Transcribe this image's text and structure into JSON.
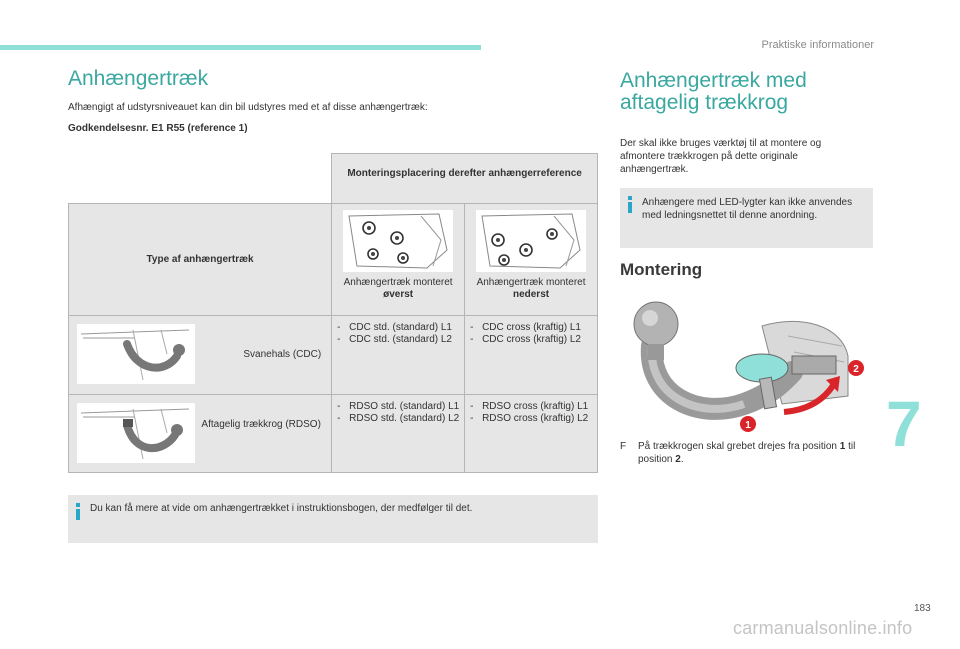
{
  "header": {
    "section_title": "Praktiske informationer",
    "chapter_number": "7",
    "page_number": "183"
  },
  "watermark": "carmanualsonline.info",
  "left": {
    "title": "Anhængertræk",
    "intro": "Afhængigt af udstyrsniveauet kan din bil udstyres med et af disse anhængertræk:",
    "approval": "Godkendelsesnr. E1 R55 (reference 1)",
    "table": {
      "group_header": "Monteringsplacering derefter anhængerreference",
      "type_header": "Type af anhængertræk",
      "mount_top": {
        "prefix": "Anhængertræk monteret ",
        "emphasis": "øverst"
      },
      "mount_bottom": {
        "prefix": "Anhængertræk monteret ",
        "emphasis": "nederst"
      },
      "rows": [
        {
          "type": "Svanehals (CDC)",
          "top": [
            "CDC std. (standard) L1",
            "CDC std. (standard) L2"
          ],
          "bottom": [
            "CDC cross (kraftig) L1",
            "CDC cross (kraftig) L2"
          ]
        },
        {
          "type": "Aftagelig trækkrog (RDSO)",
          "top": [
            "RDSO std. (standard) L1",
            "RDSO std. (standard) L2"
          ],
          "bottom": [
            "RDSO cross (kraftig) L1",
            "RDSO cross (kraftig) L2"
          ]
        }
      ]
    },
    "note": "Du kan få mere at vide om anhængertrækket i instruktionsbogen, der medfølger til det."
  },
  "right": {
    "title": "Anhængertræk med aftagelig trækkrog",
    "intro": "Der skal ikke bruges værktøj til at montere og afmontere trækkrogen på dette originale anhængertræk.",
    "note": "Anhængere med LED-lygter kan ikke anvendes med ledningsnettet til denne anordning.",
    "subtitle": "Montering",
    "callouts": [
      "1",
      "2"
    ],
    "step": {
      "bullet": "F",
      "text_a": "På trækkrogen skal grebet drejes fra position ",
      "pos1": "1",
      "text_b": " til position ",
      "pos2": "2",
      "text_c": "."
    }
  },
  "colors": {
    "accent": "#3aa8a0",
    "bar": "#8ee0d8",
    "info": "#2aa6c9",
    "box": "#e6e6e6",
    "callout": "#d9252a"
  }
}
